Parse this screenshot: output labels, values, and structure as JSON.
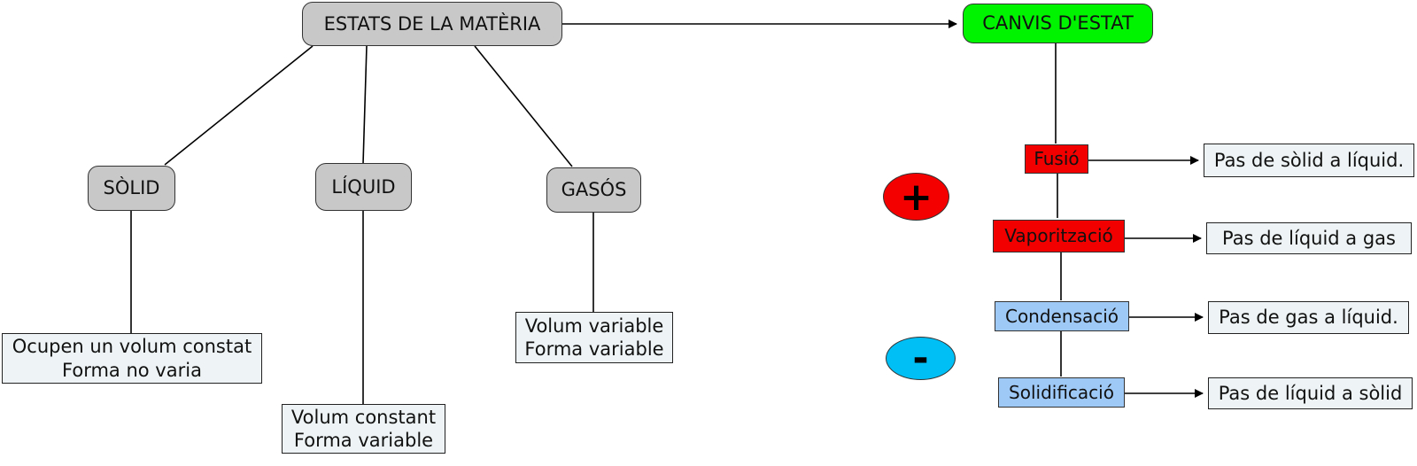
{
  "main": {
    "label": "ESTATS DE LA MATÈRIA",
    "states": [
      {
        "label": "SÒLID",
        "desc": [
          "Ocupen un volum constat",
          "Forma no varia"
        ]
      },
      {
        "label": "LÍQUID",
        "desc": [
          "Volum constant",
          "Forma variable"
        ]
      },
      {
        "label": "GASÓS",
        "desc": [
          "Volum variable",
          "Forma variable"
        ]
      }
    ]
  },
  "changes": {
    "label": "CANVIS D'ESTAT",
    "items": [
      {
        "label": "Fusió",
        "desc": "Pas de sòlid a líquid."
      },
      {
        "label": "Vaporització",
        "desc": "Pas de líquid a gas"
      },
      {
        "label": "Condensació",
        "desc": "Pas de gas a líquid."
      },
      {
        "label": "Solidificació",
        "desc": "Pas de líquid a sòlid"
      }
    ],
    "plus_symbol": "+",
    "minus_symbol": "-"
  },
  "colors": {
    "concept_fill": "#c8c8c8",
    "changes_fill": "#00f400",
    "heating_fill": "#f20000",
    "cooling_fill": "#9ec8f6",
    "plus_oval": "#f40000",
    "minus_oval": "#00bff5",
    "description_fill": "#eef4f5"
  }
}
